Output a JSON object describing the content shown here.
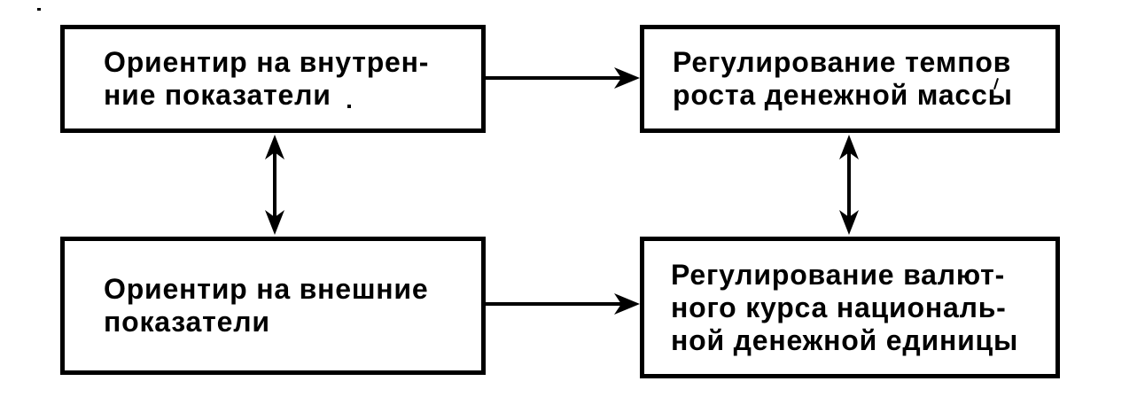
{
  "diagram": {
    "title": "Monetary policy targets flowchart",
    "background_color": "#ffffff",
    "ink_color": "#000000",
    "nodes": [
      {
        "id": "internal-indicators",
        "label": "Ориентир на внутрен-\nние показатели"
      },
      {
        "id": "money-supply-growth",
        "label": "Регулирование темпов\nроста денежной массы"
      },
      {
        "id": "external-indicators",
        "label": "Ориентир на внешние\nпоказатели"
      },
      {
        "id": "exchange-rate-regulation",
        "label": "Регулирование валют-\nного курса националь-\nной денежной единицы"
      }
    ],
    "edges": [
      {
        "from": "internal-indicators",
        "to": "money-supply-growth",
        "direction": "one-way-right"
      },
      {
        "from": "external-indicators",
        "to": "exchange-rate-regulation",
        "direction": "one-way-right"
      },
      {
        "from": "internal-indicators",
        "to": "external-indicators",
        "direction": "two-way-vertical"
      },
      {
        "from": "money-supply-growth",
        "to": "exchange-rate-regulation",
        "direction": "two-way-vertical"
      }
    ]
  }
}
